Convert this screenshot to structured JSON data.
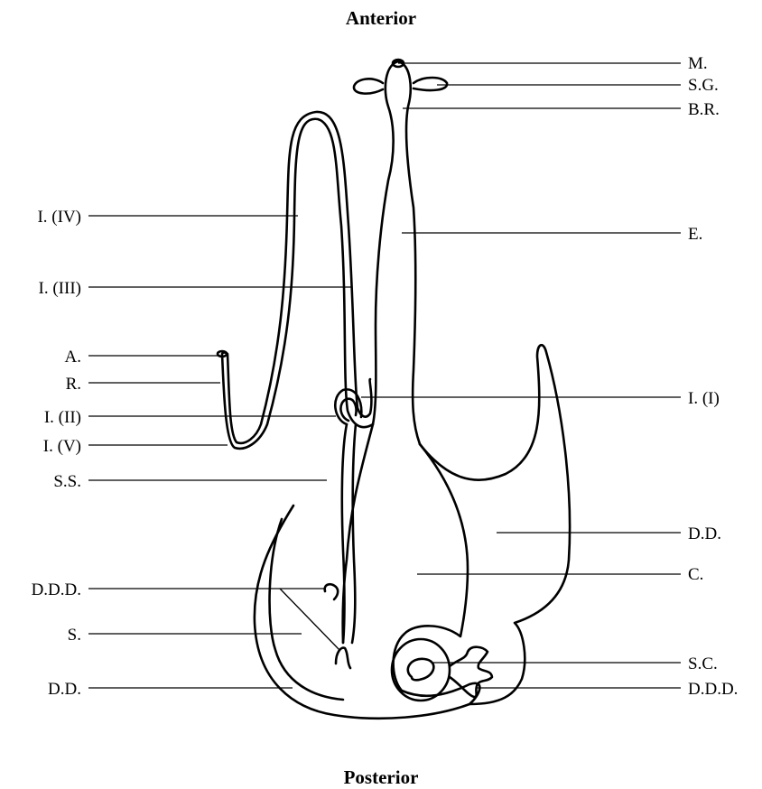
{
  "orientation": {
    "top": "Anterior",
    "bottom": "Posterior"
  },
  "labels": {
    "mouth": "M.",
    "salivary_gland": "S.G.",
    "buccal_region": "B.R.",
    "esophagus": "E.",
    "intestine_1": "I. (I)",
    "digestive_diverticulum_right": "D.D.",
    "crop": "C.",
    "style_sac": "S.C.",
    "diverticulum_duct_right": "D.D.D.",
    "intestine_4": "I. (IV)",
    "intestine_3": "I. (III)",
    "anus": "A.",
    "rectum": "R.",
    "intestine_2": "I. (II)",
    "intestine_5": "I. (V)",
    "stomach_sac": "S.S.",
    "diverticulum_duct_left": "D.D.D.",
    "stomach": "S.",
    "digestive_diverticulum_left": "D.D."
  }
}
